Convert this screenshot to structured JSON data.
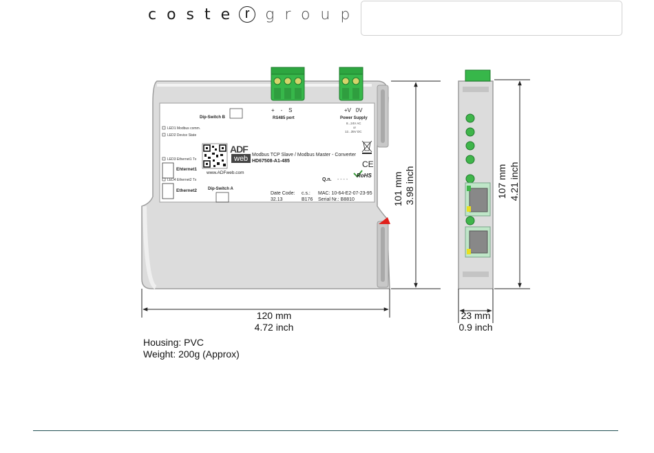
{
  "header": {
    "logo_part1": "coste",
    "logo_r": "r",
    "logo_part2": "group"
  },
  "label": {
    "dipswitch_b": "Dip-Switch B",
    "dipswitch_a": "Dip-Switch A",
    "led1": "LED1 Modbus comm.",
    "led2": "LED2 Device State",
    "led3": "LED3 Ethernet1 Tx",
    "led4": "LED4 Ethernet2 Tx",
    "ethernet1": "Ehternet1",
    "ethernet2": "Ethernet2",
    "rs485_pins": "+    -    S",
    "rs485_port": "RS485 port",
    "power_pins": "+V   0V",
    "power_supply": "Power Supply",
    "power_ac": "8...24V AC",
    "power_or": "or",
    "power_dc": "12...35V DC",
    "product_desc": "Modbus TCP Slave / Modbus Master - Converter",
    "product_code": "HD67508-A1-485",
    "website": "www.ADFweb.com",
    "qn_label": "Q.n.",
    "qn_value": "- - - -",
    "date_code_label": "Date Code:",
    "date_code_value": "32.13",
    "cs_label": "c.s.:",
    "cs_value": "B176",
    "mac": "MAC: 10-64-E2-07-23-95",
    "serial": "Serial Nr.: B8810",
    "adf_logo": "ADF",
    "web_logo": "web",
    "ce": "CE",
    "rohs": "RoHS"
  },
  "dimensions": {
    "height_mm": "101 mm",
    "height_inch": "3.98 inch",
    "width_mm": "120 mm",
    "width_inch": "4.72 inch",
    "side_height_mm": "107 mm",
    "side_height_inch": "4.21 inch",
    "depth_mm": "23 mm",
    "depth_inch": "0.9 inch"
  },
  "specs": {
    "housing": "Housing: PVC",
    "weight": "Weight: 200g (Approx)"
  },
  "colors": {
    "housing": "#dcdcdc",
    "connector": "#37b74a",
    "led": "#3fb54a",
    "footer_line": "#1f4f52",
    "warning_red": "#e0201b"
  }
}
